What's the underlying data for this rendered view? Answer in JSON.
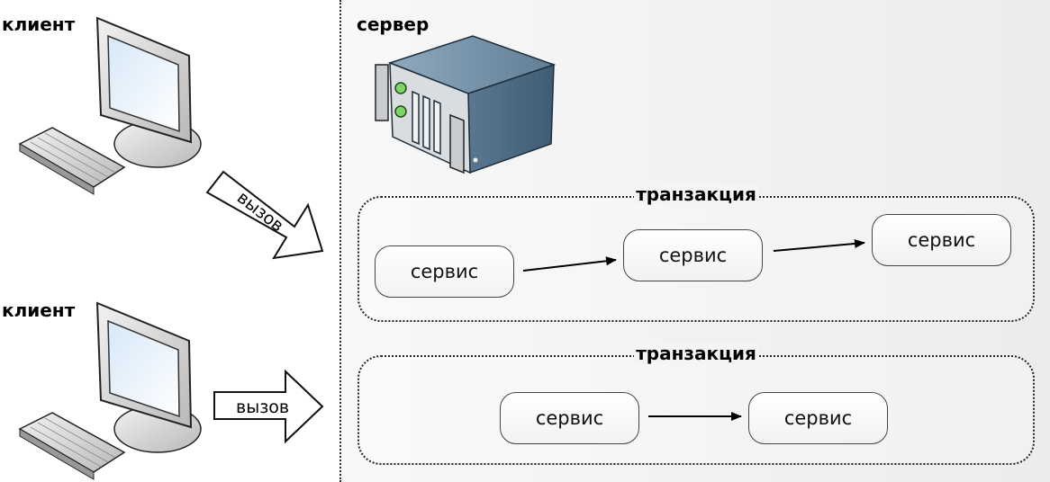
{
  "clients": [
    {
      "label": "клиент",
      "call_label": "вызов"
    },
    {
      "label": "клиент",
      "call_label": "вызов"
    }
  ],
  "server": {
    "label": "сервер",
    "transactions": [
      {
        "label": "транзакция",
        "services": [
          "сервис",
          "сервис",
          "сервис"
        ]
      },
      {
        "label": "транзакция",
        "services": [
          "сервис",
          "сервис"
        ]
      }
    ]
  }
}
